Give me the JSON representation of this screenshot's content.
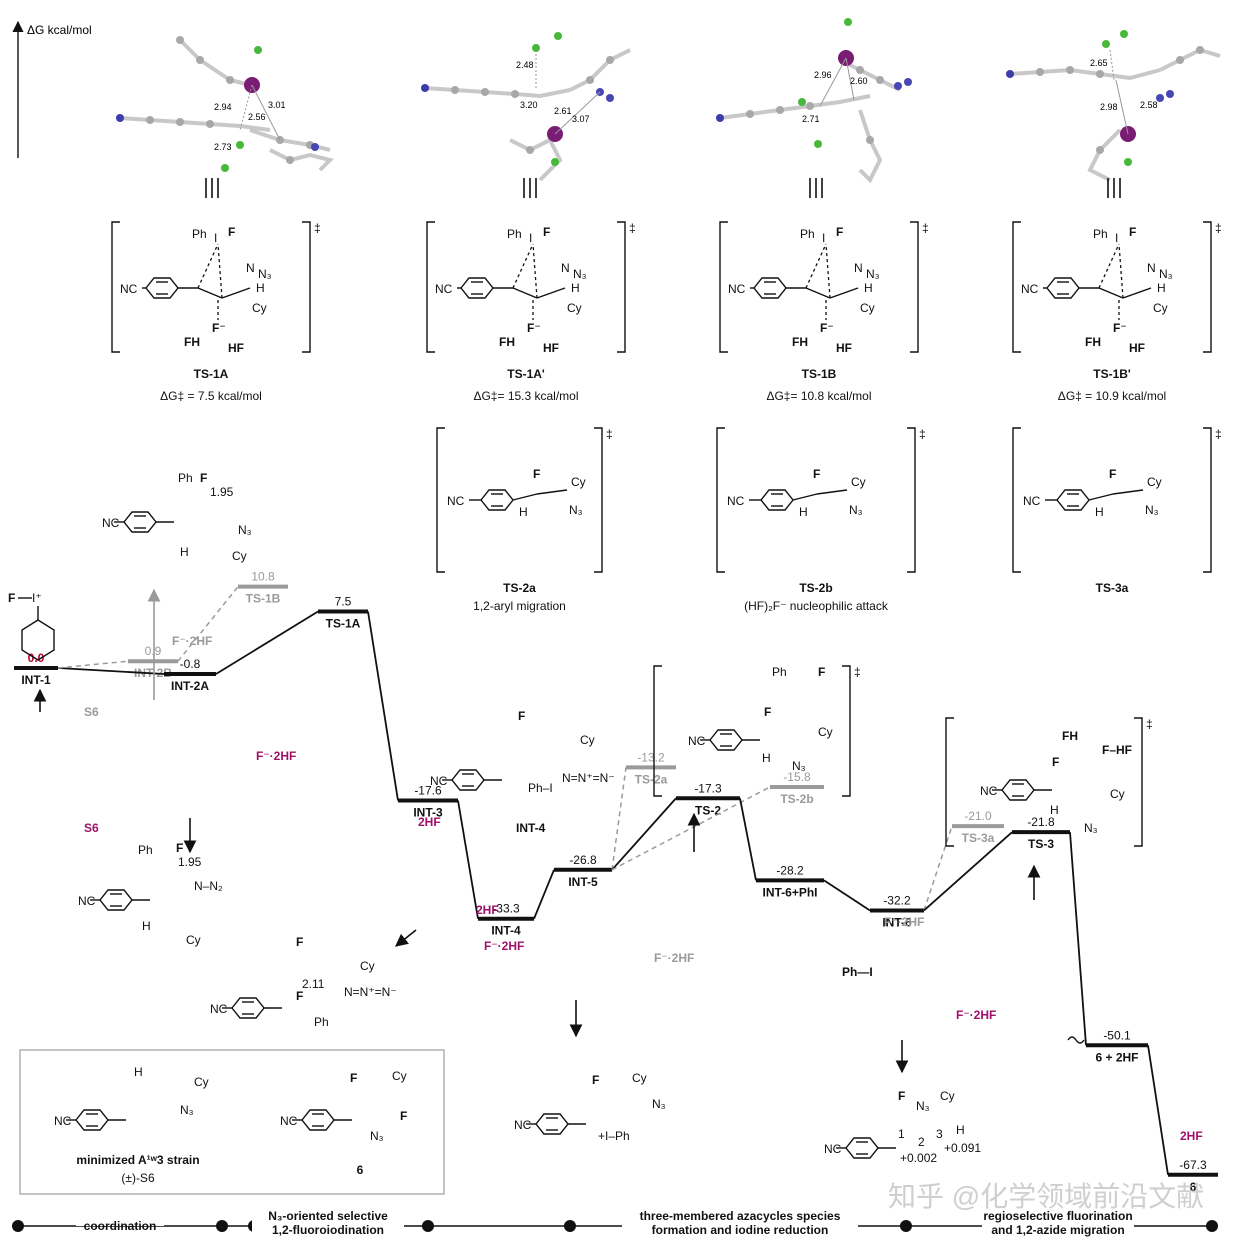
{
  "axis": {
    "label": "ΔG kcal/mol"
  },
  "ts_structures": [
    {
      "id": "TS-1A",
      "energy": "ΔG‡ = 7.5 kcal/mol",
      "distances": [
        "2.94",
        "3.01",
        "2.56",
        "2.73"
      ]
    },
    {
      "id": "TS-1A'",
      "energy": "ΔG‡= 15.3 kcal/mol",
      "distances": [
        "2.48",
        "3.20",
        "2.61",
        "3.07"
      ]
    },
    {
      "id": "TS-1B",
      "energy": "ΔG‡= 10.8 kcal/mol",
      "distances": [
        "2.96",
        "2.60",
        "2.71"
      ]
    },
    {
      "id": "TS-1B'",
      "energy": "ΔG‡ = 10.9 kcal/mol",
      "distances": [
        "2.65",
        "2.98",
        "2.58"
      ]
    }
  ],
  "ts_row2": [
    {
      "id": "TS-2a",
      "caption": "1,2-aryl migration"
    },
    {
      "id": "TS-2b",
      "caption": "(HF)₂F⁻ nucleophilic attack"
    },
    {
      "id": "TS-3a",
      "caption": ""
    }
  ],
  "levels": [
    {
      "name": "INT-1",
      "value": "0.0"
    },
    {
      "name": "INT-2B",
      "value": "0.9"
    },
    {
      "name": "TS-1B",
      "value": "10.8"
    },
    {
      "name": "INT-2A",
      "value": "-0.8"
    },
    {
      "name": "TS-1A",
      "value": "7.5"
    },
    {
      "name": "INT-3",
      "value": "-17.6"
    },
    {
      "name": "INT-4",
      "value": "-33.3"
    },
    {
      "name": "INT-5",
      "value": "-26.8"
    },
    {
      "name": "TS-2a",
      "value": "-13.2"
    },
    {
      "name": "TS-2",
      "value": "-17.3"
    },
    {
      "name": "TS-2b",
      "value": "-15.8"
    },
    {
      "name": "INT-6+PhI",
      "value": "-28.2"
    },
    {
      "name": "INT-6",
      "value": "-32.2"
    },
    {
      "name": "TS-3a",
      "value": "-21.0"
    },
    {
      "name": "TS-3",
      "value": "-21.8"
    },
    {
      "name": "6 + 2HF",
      "value": "-50.1"
    },
    {
      "name": "6",
      "value": "-67.3"
    }
  ],
  "reagents": {
    "s6": "S6",
    "f2hf": "F⁻·2HF",
    "hf2": "2HF",
    "phi": "Ph—I"
  },
  "small_labels": {
    "d195": "1.95",
    "d211": "2.11",
    "c002": "+0.002",
    "c091": "+0.091",
    "n1": "1",
    "n2": "2",
    "n3": "3",
    "int4": "INT-4",
    "s6_caption": "minimized A¹ʷ3 strain",
    "s6_name": "(±)-S6",
    "prod6": "6"
  },
  "stages": [
    "coordination",
    "N₃-oriented selective\n1,2-fluoroiodination",
    "three-membered azacycles species\nformation and iodine reduction",
    "regioselective fluorination\nand 1,2-azide migration"
  ],
  "watermark": "知乎 @化学领域前沿文献"
}
